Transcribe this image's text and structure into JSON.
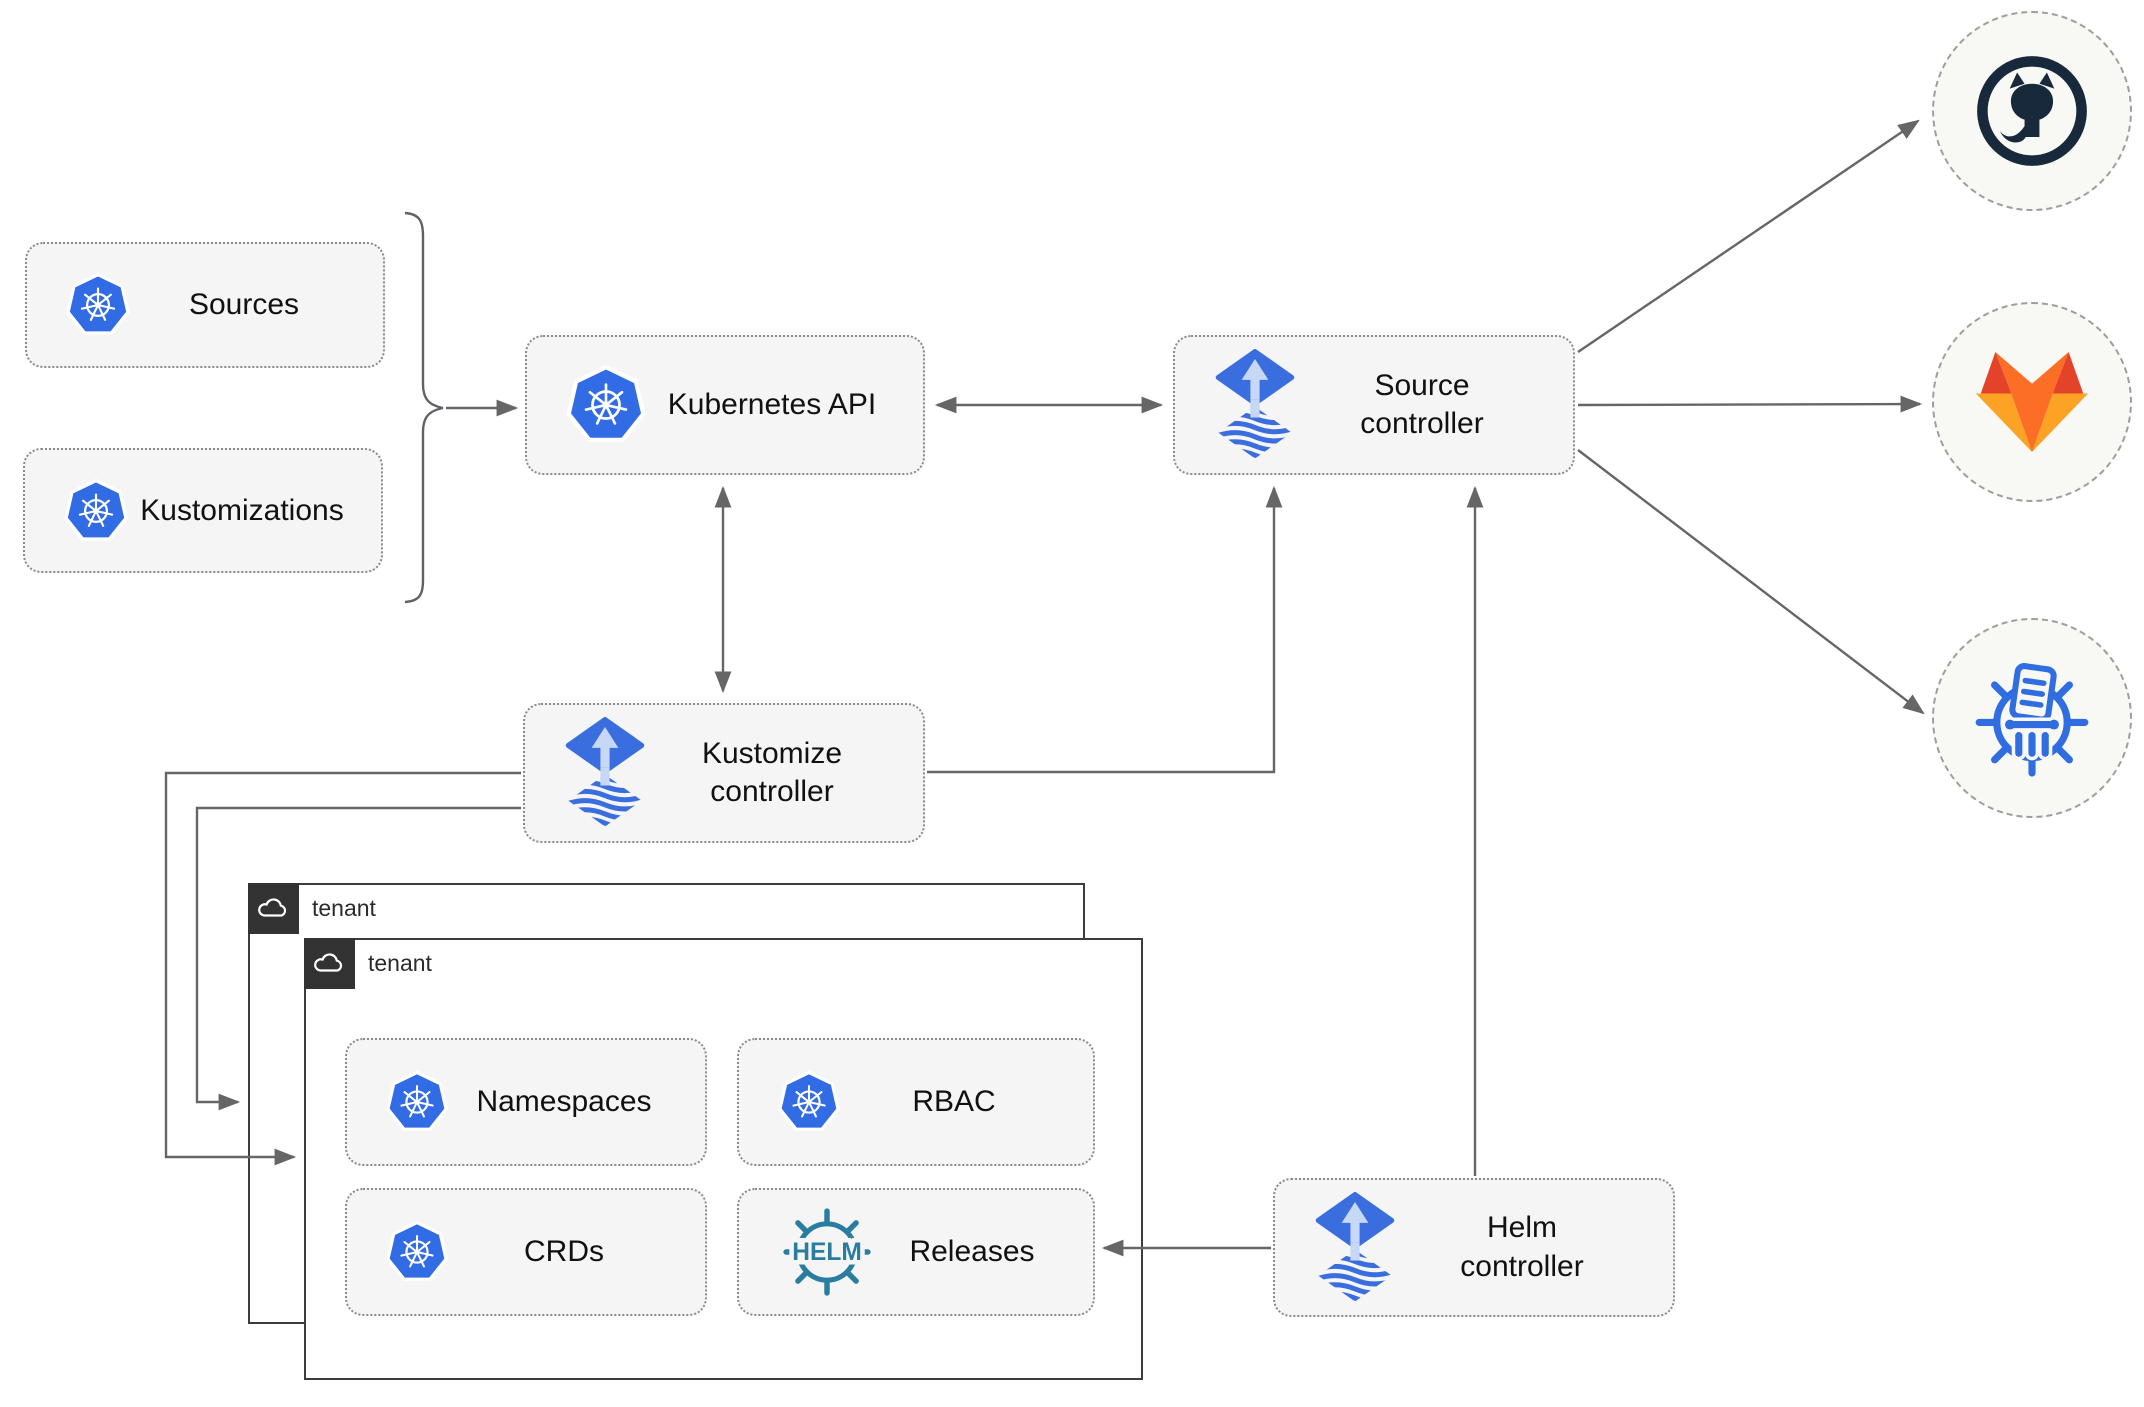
{
  "boxes": {
    "sources": {
      "label": "Sources"
    },
    "kustomizations": {
      "label": "Kustomizations"
    },
    "kubernetes_api": {
      "label": "Kubernetes API"
    },
    "namespaces": {
      "label": "Namespaces"
    },
    "rbac": {
      "label": "RBAC"
    },
    "crds": {
      "label": "CRDs"
    },
    "releases": {
      "label": "Releases"
    }
  },
  "controllers": {
    "source": {
      "lines": [
        "Source",
        "controller"
      ]
    },
    "kustomize": {
      "lines": [
        "Kustomize",
        "controller"
      ]
    },
    "helm": {
      "lines": [
        "Helm",
        "controller"
      ]
    }
  },
  "tenants": {
    "outer": {
      "label": "tenant"
    },
    "inner": {
      "label": "tenant"
    }
  },
  "icons": {
    "kubernetes": "kubernetes-wheel",
    "flux": "flux-arrow-diamonds",
    "helm": {
      "text": "HELM"
    },
    "github": "github-octocat",
    "gitlab": "gitlab-tanuki",
    "registry": "artifact-registry-wheel",
    "cloud": "cloud"
  },
  "colors": {
    "kubernetes_blue": "#326ce5",
    "flux_blue": "#3a6edf",
    "flux_pale": "#c7d7f6",
    "helm_teal": "#2a7d9f",
    "github_dark": "#17293a",
    "gitlab_red": "#e24329",
    "gitlab_orange": "#fc6d26",
    "gitlab_light": "#fca326",
    "line_gray": "#666666",
    "box_bg": "#f5f5f5",
    "tenant_dark": "#333333"
  }
}
